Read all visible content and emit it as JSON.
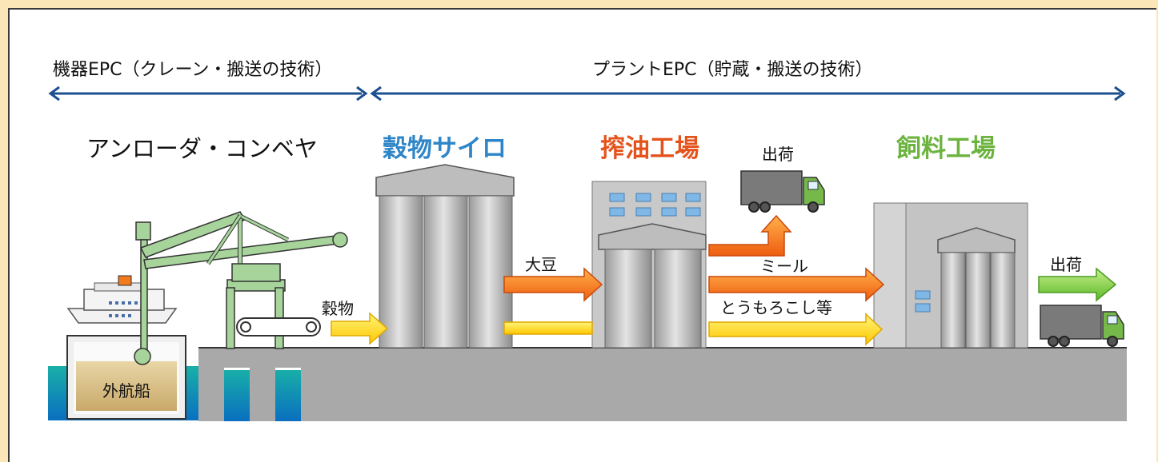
{
  "scope": {
    "equipment_epc": "機器EPC（クレーン・搬送の技術）",
    "plant_epc": "プラントEPC（貯蔵・搬送の技術）"
  },
  "sections": {
    "unloader": "アンローダ・コンベヤ",
    "silo": "穀物サイロ",
    "oil_mill": "搾油工場",
    "feed_mill": "飼料工場"
  },
  "flows": {
    "grain": "穀物",
    "soybean": "大豆",
    "meal": "ミール",
    "corn": "とうもろこし等",
    "shipping_oil": "出荷",
    "shipping_feed": "出荷"
  },
  "ship": {
    "label": "外航船"
  },
  "colors": {
    "blue_title": "#2e86c8",
    "oil_title": "#e5531c",
    "feed_title": "#6cb33f",
    "scope_arrow": "#1b4f8f",
    "yellow_arrow": "#ffd21f",
    "orange_arrow": "#f07a1c",
    "green_arrow": "#7ac943",
    "ground": "#a9a9a9",
    "water": "#12a0b8",
    "crane": "#a6d49a"
  }
}
